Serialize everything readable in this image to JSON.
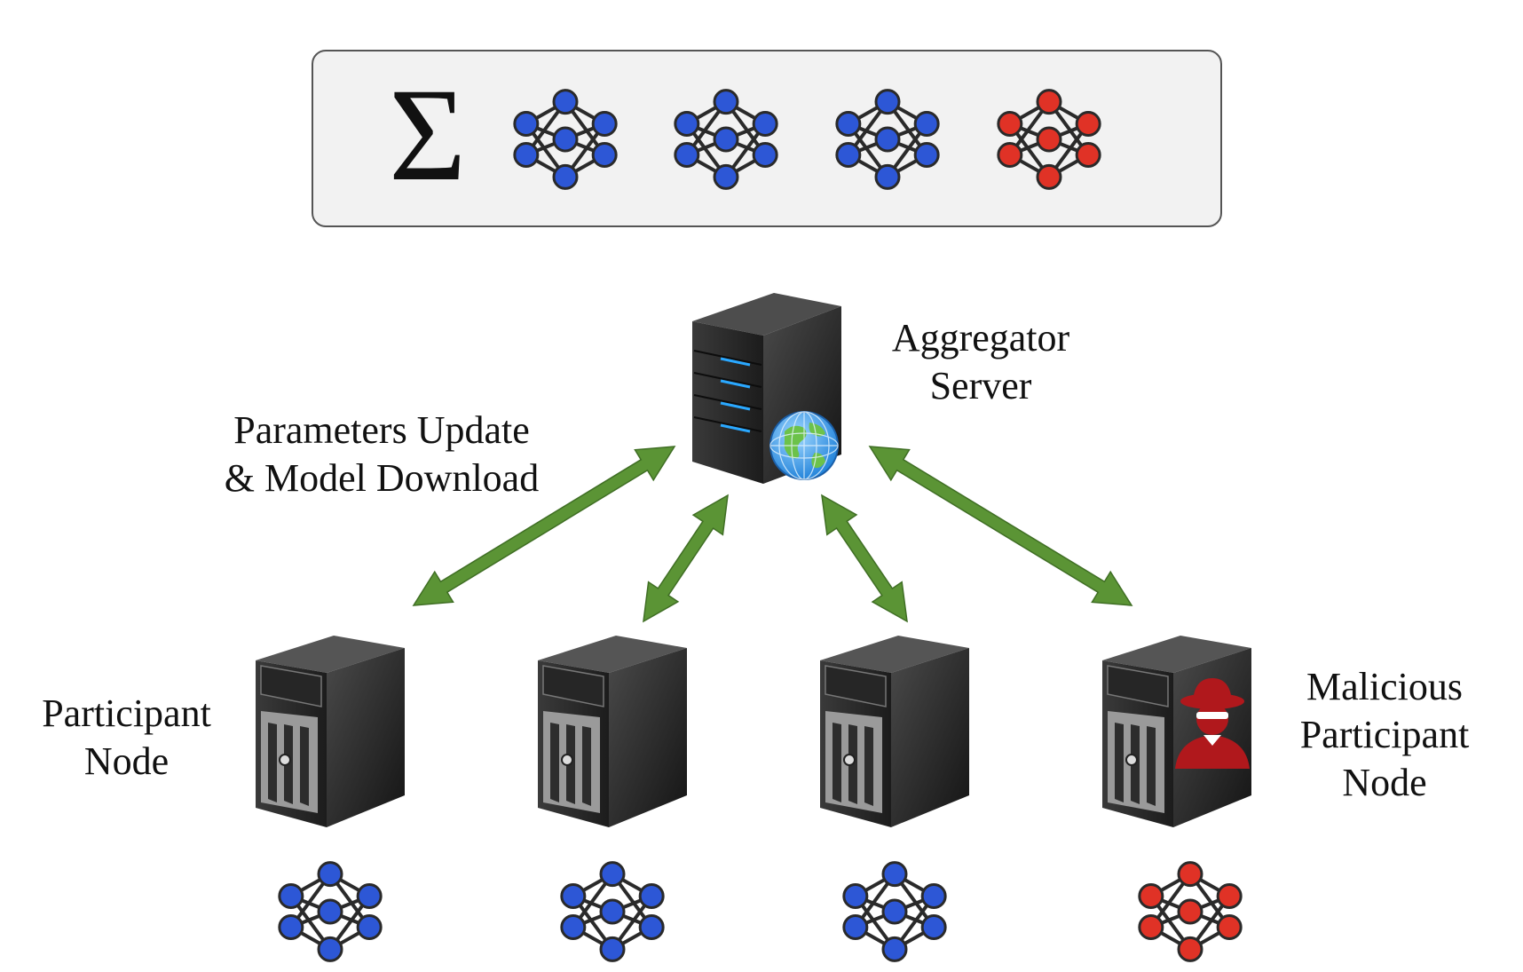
{
  "aggregation": {
    "symbol": "Σ",
    "models": [
      {
        "color": "#2d57d6",
        "role": "benign"
      },
      {
        "color": "#2d57d6",
        "role": "benign"
      },
      {
        "color": "#2d57d6",
        "role": "benign"
      },
      {
        "color": "#e03226",
        "role": "malicious"
      }
    ]
  },
  "server": {
    "label_line1": "Aggregator",
    "label_line2": "Server",
    "icon": "server-tower-icon",
    "globe_icon": "globe-icon"
  },
  "link_label": {
    "line1": "Parameters Update",
    "line2": "& Model Download",
    "arrow_color": "#5b9435"
  },
  "participant_label": {
    "line1": "Participant",
    "line2": "Node"
  },
  "malicious_label": {
    "line1": "Malicious",
    "line2": "Participant",
    "line3": "Node"
  },
  "nodes": [
    {
      "model_color": "#2d57d6",
      "malicious": false
    },
    {
      "model_color": "#2d57d6",
      "malicious": false
    },
    {
      "model_color": "#2d57d6",
      "malicious": false
    },
    {
      "model_color": "#e03226",
      "malicious": true,
      "badge_icon": "hacker-icon",
      "badge_color": "#b0181c"
    }
  ],
  "colors": {
    "benign": "#2d57d6",
    "malicious": "#e03226",
    "arrow": "#5b9435",
    "box_bg": "#f2f2f2"
  }
}
